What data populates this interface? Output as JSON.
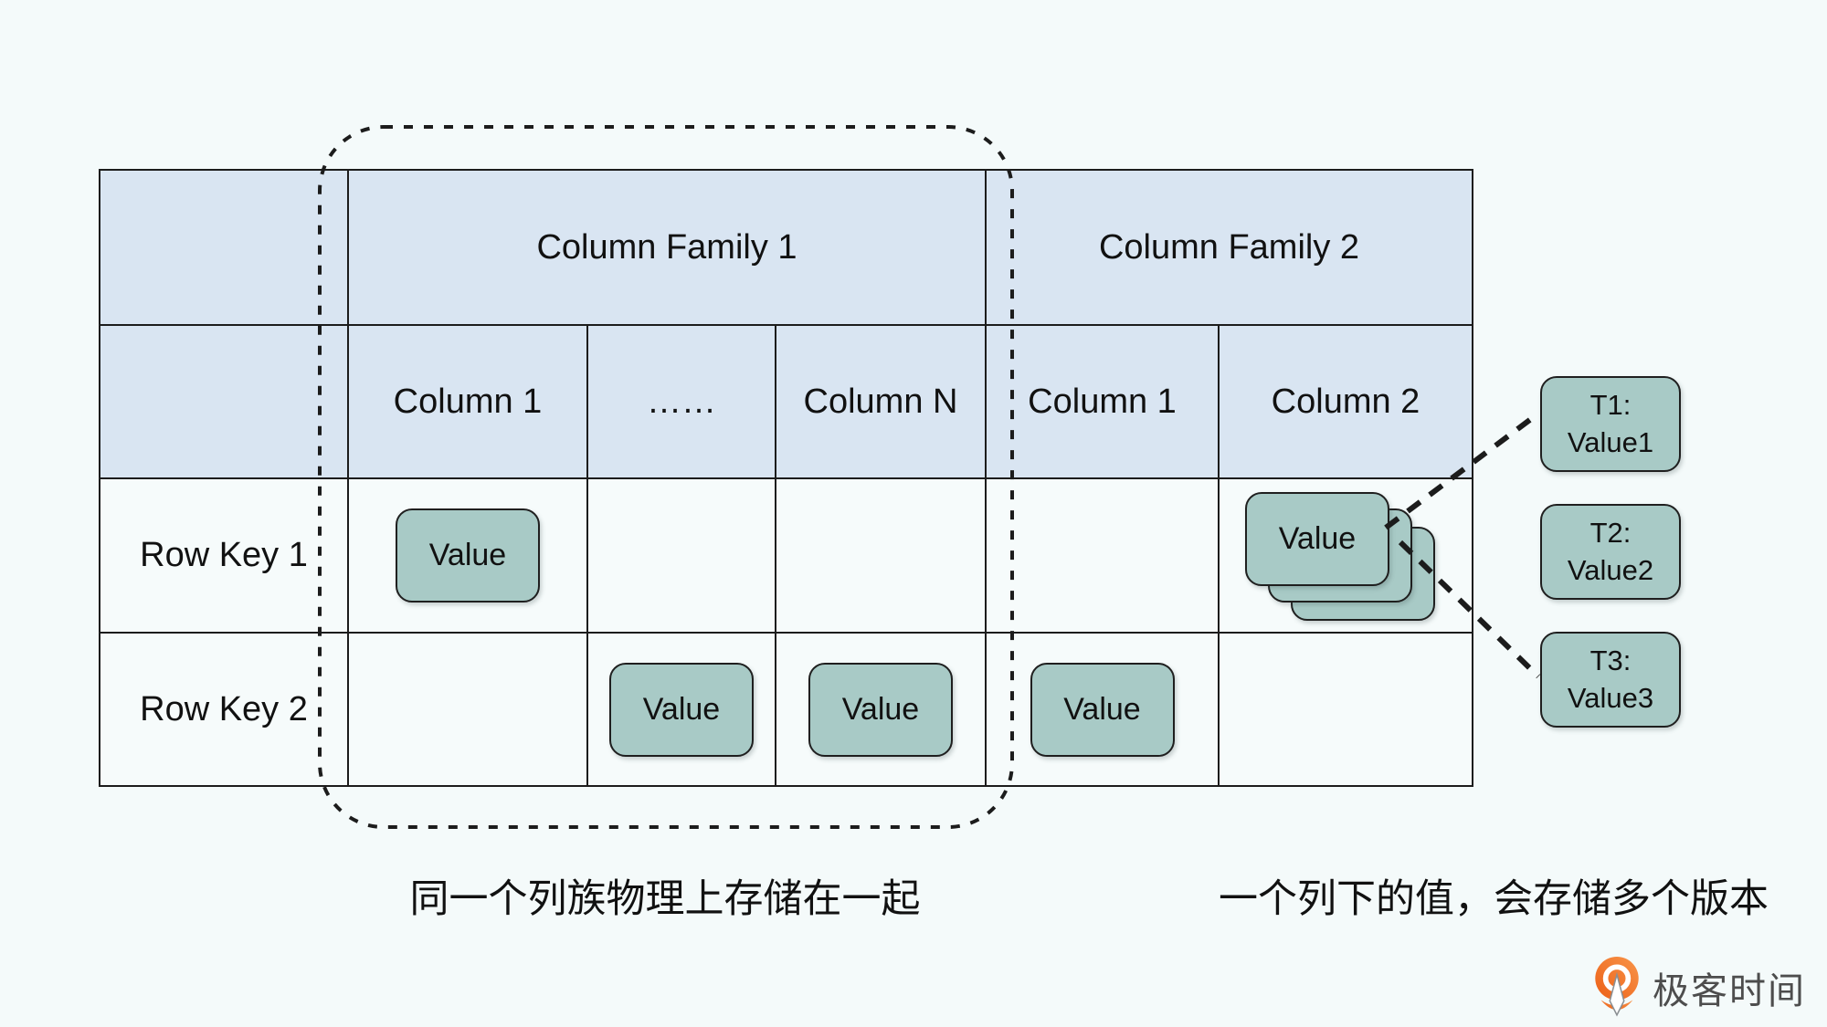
{
  "colors": {
    "background": "#f4fafa",
    "header_fill": "#d9e5f2",
    "cell_fill": "#f6fbfb",
    "value_fill": "#a8cac6",
    "border": "#1c1c1c",
    "logo_orange": "#f26f21",
    "logo_text_color": "#4d4d4d"
  },
  "table": {
    "column_families": [
      {
        "label": "Column Family 1"
      },
      {
        "label": "Column Family 2"
      }
    ],
    "sub_columns": [
      {
        "label": "Column 1"
      },
      {
        "label": "……"
      },
      {
        "label": "Column N"
      },
      {
        "label": "Column 1"
      },
      {
        "label": "Column 2"
      }
    ],
    "row_keys": [
      {
        "label": "Row Key 1"
      },
      {
        "label": "Row Key 2"
      }
    ]
  },
  "value_boxes": {
    "row1_col1": "Value",
    "row1_col5_stack_front": "Value",
    "row2_col2": "Value",
    "row2_col3": "Value",
    "row2_col4": "Value"
  },
  "version_boxes": [
    {
      "time": "T1:",
      "value": "Value1"
    },
    {
      "time": "T2:",
      "value": "Value2"
    },
    {
      "time": "T3:",
      "value": "Value3"
    }
  ],
  "captions": {
    "column_family_note": "同一个列族物理上存储在一起",
    "version_note": "一个列下的值，会存储多个版本"
  },
  "logo": {
    "brand_text": "极客时间"
  }
}
